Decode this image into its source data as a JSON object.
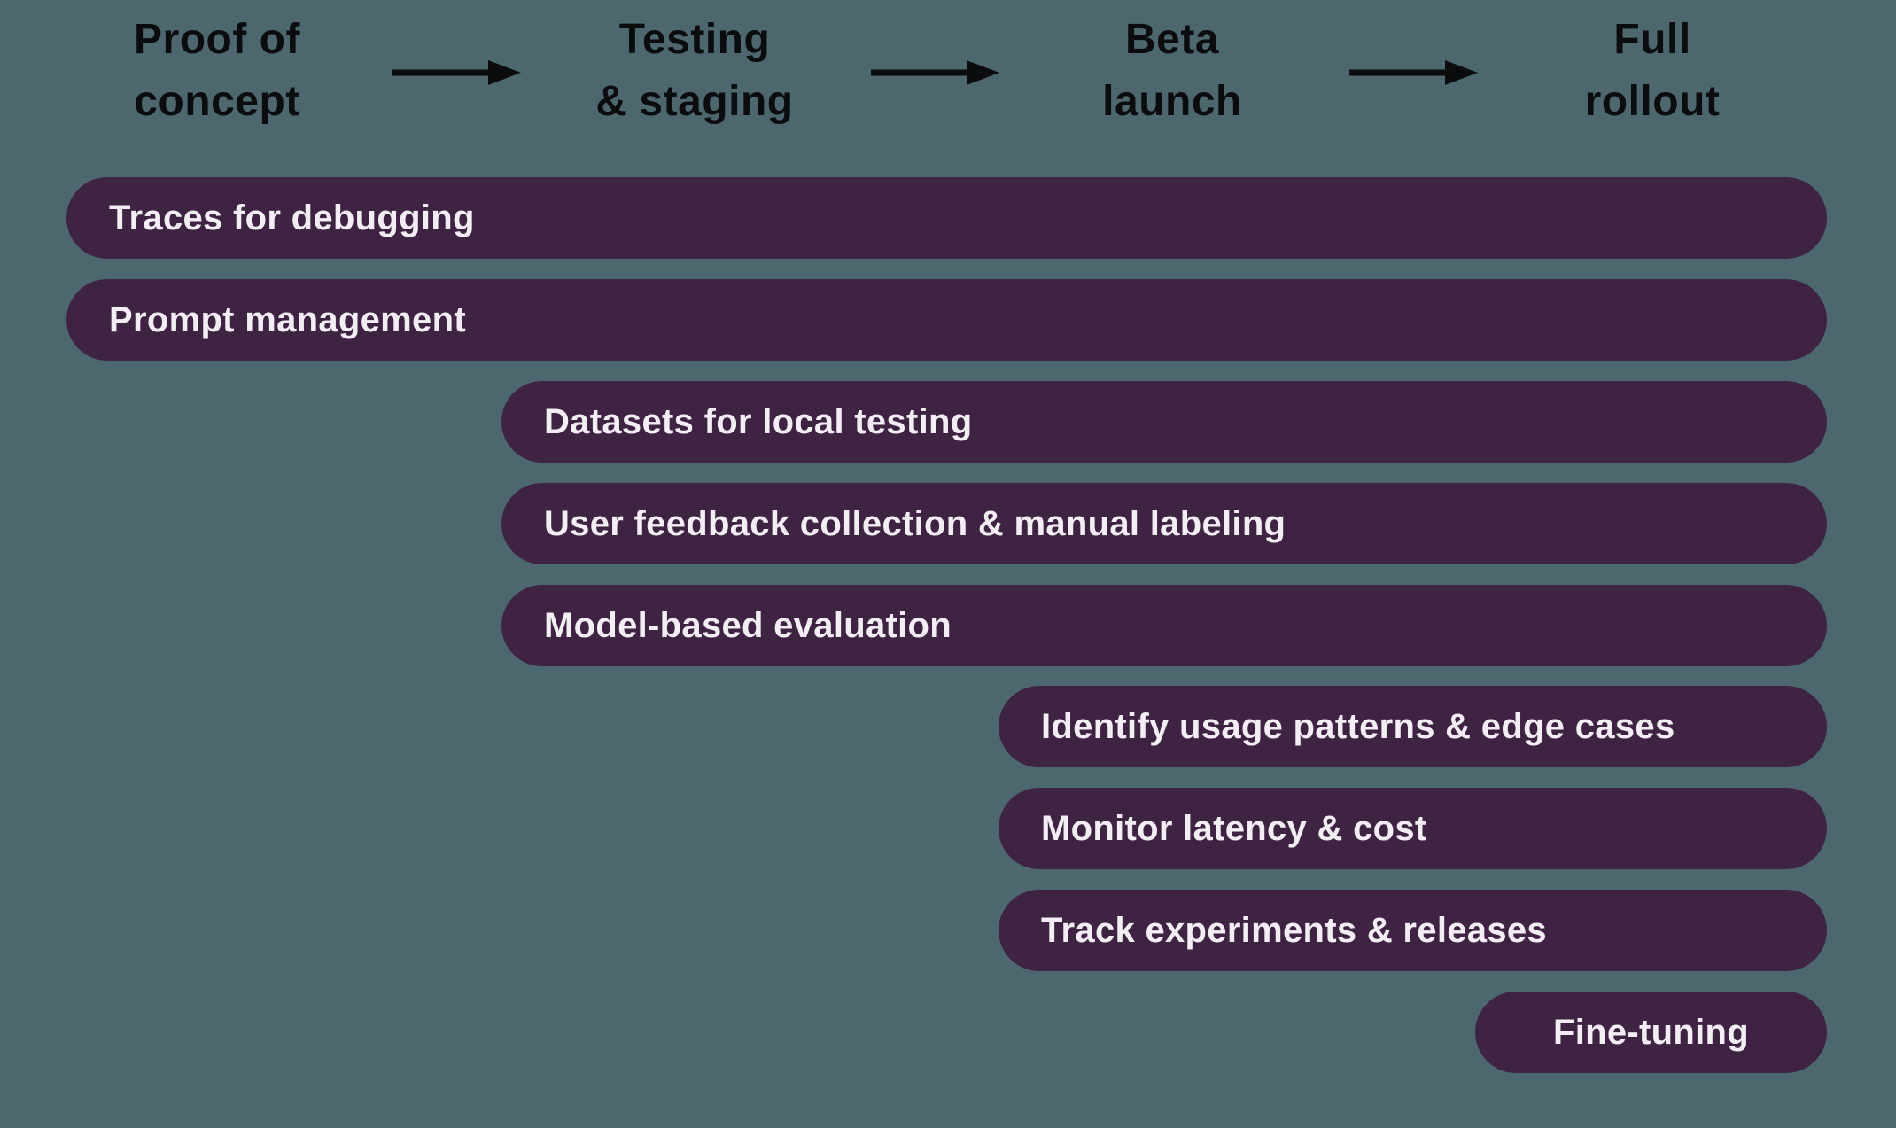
{
  "colors": {
    "background": "#4C686E",
    "bar_fill": "#3E2342",
    "bar_text": "#F2EEF3",
    "header_text": "#0C0C0E"
  },
  "stages": [
    {
      "label": "Proof of\nconcept"
    },
    {
      "label": "Testing\n& staging"
    },
    {
      "label": "Beta\nlaunch"
    },
    {
      "label": "Full\nrollout"
    }
  ],
  "arrows": [
    {
      "icon": "arrow-right-icon",
      "from": "Proof of concept",
      "to": "Testing & staging"
    },
    {
      "icon": "arrow-right-icon",
      "from": "Testing & staging",
      "to": "Beta launch"
    },
    {
      "icon": "arrow-right-icon",
      "from": "Beta launch",
      "to": "Full rollout"
    }
  ],
  "bars": [
    {
      "label": "Traces for debugging",
      "start_stage": "Proof of concept",
      "end_stage": "Full rollout"
    },
    {
      "label": "Prompt management",
      "start_stage": "Proof of concept",
      "end_stage": "Full rollout"
    },
    {
      "label": "Datasets for local testing",
      "start_stage": "Testing & staging",
      "end_stage": "Full rollout"
    },
    {
      "label": "User feedback collection & manual labeling",
      "start_stage": "Testing & staging",
      "end_stage": "Full rollout"
    },
    {
      "label": "Model-based evaluation",
      "start_stage": "Testing & staging",
      "end_stage": "Full rollout"
    },
    {
      "label": "Identify usage patterns & edge cases",
      "start_stage": "Beta launch",
      "end_stage": "Full rollout"
    },
    {
      "label": "Monitor latency & cost",
      "start_stage": "Beta launch",
      "end_stage": "Full rollout"
    },
    {
      "label": "Track experiments & releases",
      "start_stage": "Beta launch",
      "end_stage": "Full rollout"
    },
    {
      "label": "Fine-tuning",
      "start_stage": "Full rollout",
      "end_stage": "Full rollout"
    }
  ]
}
